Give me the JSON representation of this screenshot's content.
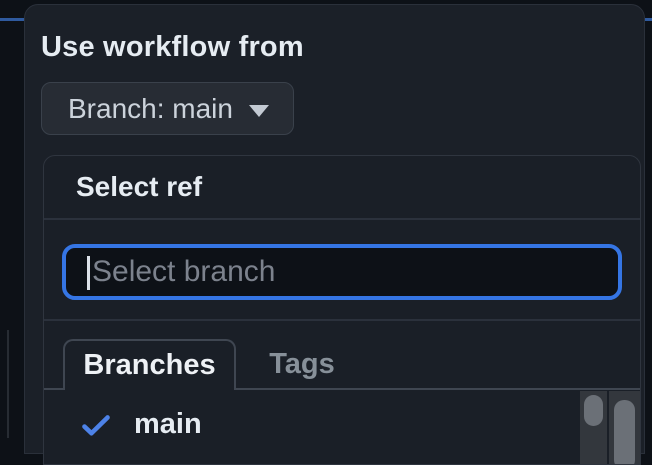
{
  "background": {
    "accent_line_color": "#2f5a9e"
  },
  "workflow_dialog": {
    "title": "Use workflow from",
    "branch_button": {
      "label": "Branch: main",
      "icon": "caret-down-icon"
    },
    "ref_selector": {
      "title": "Select ref",
      "search": {
        "placeholder": "Select branch",
        "value": ""
      },
      "tabs": [
        {
          "label": "Branches",
          "active": true
        },
        {
          "label": "Tags",
          "active": false
        }
      ],
      "items": [
        {
          "label": "main",
          "selected": true,
          "icon": "check-icon"
        }
      ]
    }
  },
  "colors": {
    "accent_blue": "#3575e4",
    "check_blue": "#4d82e8",
    "bg_line_blue": "#2f5a9e"
  }
}
